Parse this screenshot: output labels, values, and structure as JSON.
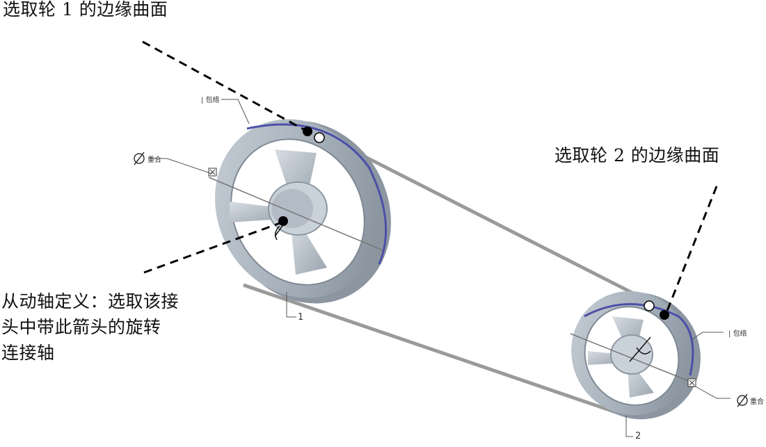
{
  "callouts": {
    "wheel1_surface": "选取轮 1 的边缘曲面",
    "wheel2_surface": "选取轮 2 的边缘曲面",
    "driven_axis": [
      "从动轴定义：选取该接",
      "头中带此箭头的旋转",
      "连接轴"
    ]
  },
  "model_labels": {
    "wrap1": "包络",
    "wrap2": "包络",
    "coincident1": "重合",
    "coincident2": "重合",
    "part1": "1",
    "part2": "2"
  },
  "colors": {
    "wheel_body": "#a9b3bd",
    "wheel_shade": "#8c96a1",
    "rim_edge": "#4d4fa8",
    "belt": "#9a9a9a",
    "leader": "#000000"
  }
}
